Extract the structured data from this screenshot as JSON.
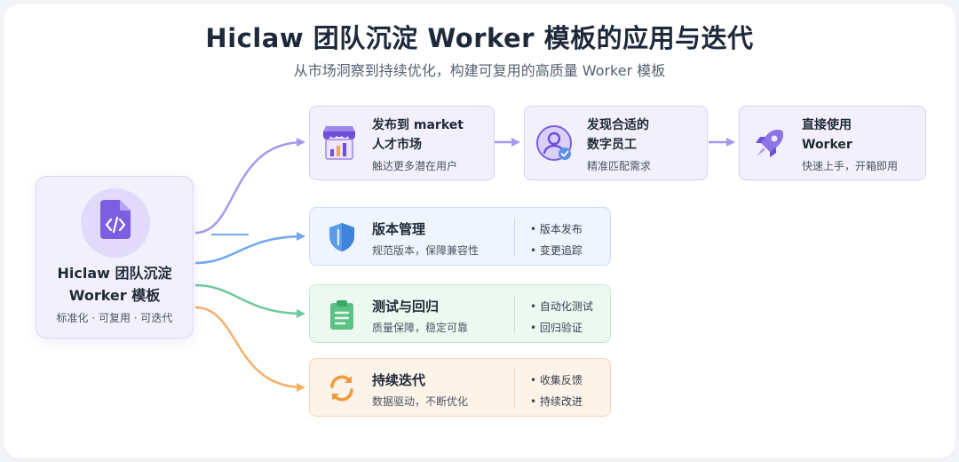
{
  "title": "Hiclaw 团队沉淀 Worker 模板的应用与迭代",
  "subtitle": "从市场洞察到持续优化，构建可复用的高质量 Worker 模板",
  "source": {
    "line1": "Hiclaw 团队沉淀",
    "line2": "Worker 模板",
    "tagline": "标准化 · 可复用 · 可迭代"
  },
  "flow": [
    {
      "line1": "发布到 market",
      "line2": "人才市场",
      "desc": "触达更多潜在用户",
      "icon": "market-stall-icon"
    },
    {
      "line1": "发现合适的",
      "line2": "数字员工",
      "desc": "精准匹配需求",
      "icon": "user-check-icon"
    },
    {
      "line1": "直接使用",
      "line2": "Worker",
      "desc": "快速上手，开箱即用",
      "icon": "rocket-icon"
    }
  ],
  "branches": [
    {
      "title": "版本管理",
      "desc": "规范版本，保障兼容性",
      "bullets": [
        "• 版本发布",
        "• 变更追踪"
      ],
      "icon": "shield-icon",
      "color": "#5b9bea"
    },
    {
      "title": "测试与回归",
      "desc": "质量保障，稳定可靠",
      "bullets": [
        "• 自动化测试",
        "• 回归验证"
      ],
      "icon": "clipboard-icon",
      "color": "#5cc283"
    },
    {
      "title": "持续迭代",
      "desc": "数据驱动，不断优化",
      "bullets": [
        "• 收集反馈",
        "• 持续改进"
      ],
      "icon": "refresh-cycle-icon",
      "color": "#f2a65a"
    }
  ],
  "colors": {
    "purple": "#a897ee",
    "blue": "#6fa8ee",
    "green": "#6cc99a",
    "orange": "#f4b06a"
  }
}
